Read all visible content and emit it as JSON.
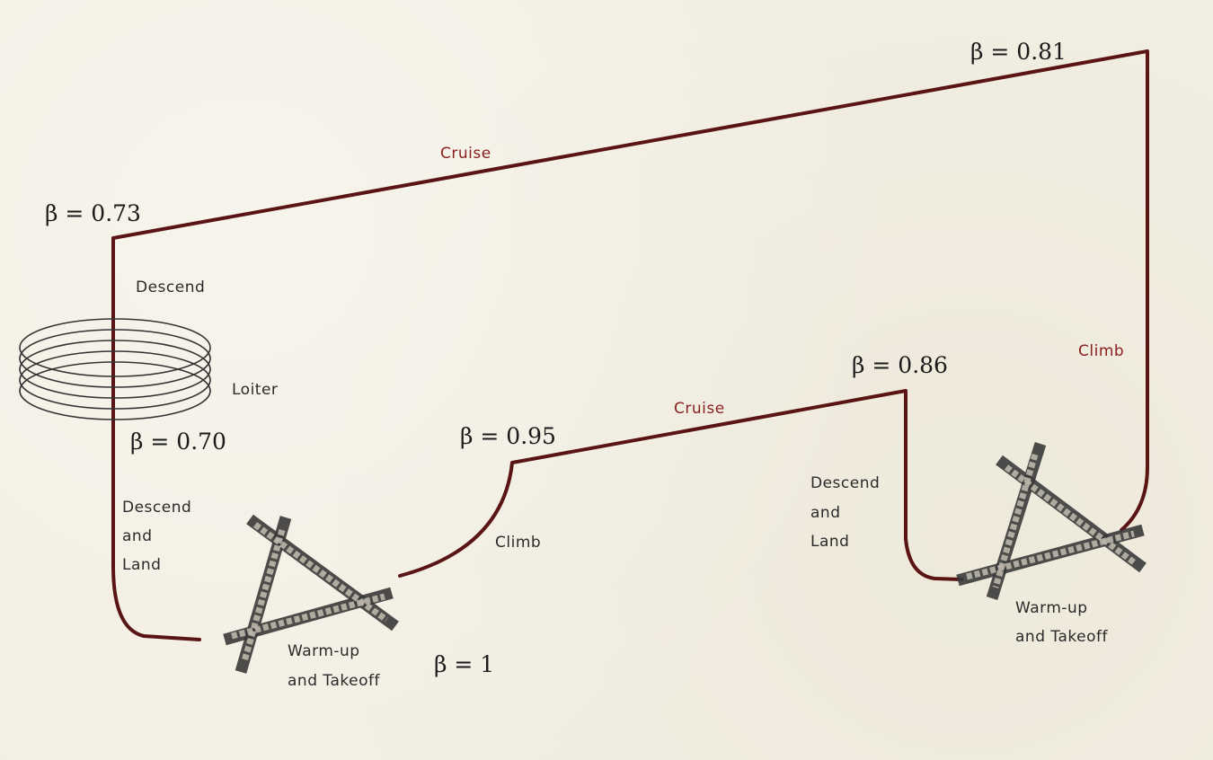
{
  "beta_labels": {
    "b073": "β = 0.73",
    "b081": "β = 0.81",
    "b070": "β = 0.70",
    "b095": "β = 0.95",
    "b086": "β = 0.86",
    "b1": "β = 1"
  },
  "phases": {
    "cruise_long": "Cruise",
    "cruise_short": "Cruise",
    "descend_top": "Descend",
    "loiter": "Loiter",
    "descend_and_land_left": [
      "Descend",
      "and",
      "Land"
    ],
    "climb_left": "Climb",
    "climb_right": "Climb",
    "descend_and_land_right": [
      "Descend",
      "and",
      "Land"
    ],
    "warmup_left": [
      "Warm-up",
      "and Takeoff"
    ],
    "warmup_right": [
      "Warm-up",
      "and Takeoff"
    ]
  },
  "colors": {
    "path": "#2a1a1a",
    "cruise_label": "#8a2020",
    "background": "#f2eee2"
  }
}
